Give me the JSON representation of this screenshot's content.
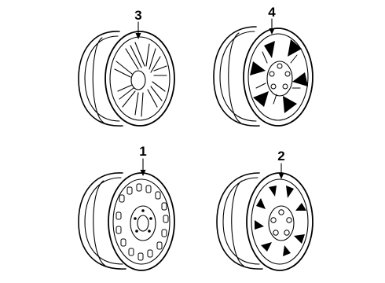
{
  "callouts": {
    "wheel_3": "3",
    "wheel_4": "4",
    "wheel_1": "1",
    "wheel_2": "2"
  }
}
